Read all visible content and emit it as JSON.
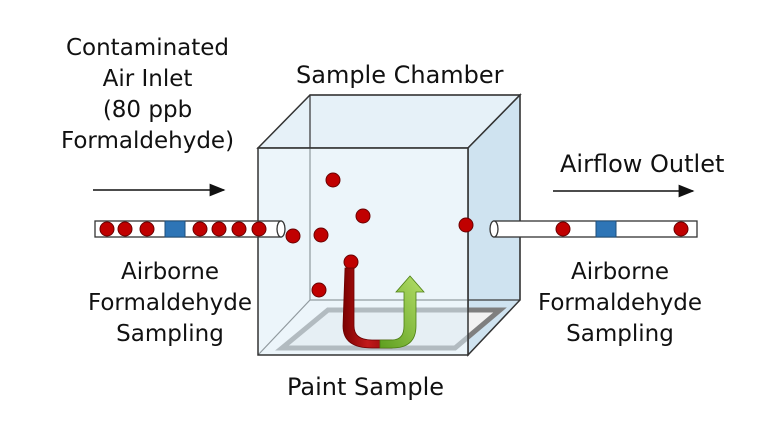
{
  "labels": {
    "inlet": [
      "Contaminated",
      "Air Inlet",
      "(80 ppb",
      "Formaldehyde)"
    ],
    "chamber": "Sample Chamber",
    "outlet": "Airflow Outlet",
    "left_sampling": [
      "Airborne",
      "Formaldehyde",
      "Sampling"
    ],
    "right_sampling": [
      "Airborne",
      "Formaldehyde",
      "Sampling"
    ],
    "paint": "Paint Sample"
  },
  "colors": {
    "chamber_fill": "#dcecf6",
    "chamber_edge": "#333333",
    "tube_fill": "#ffffff",
    "molecule": "#c00000",
    "sampler": "#2e75b6",
    "paint_sample": "#f2f2f2",
    "paint_frame": "#7f7f7f",
    "arrow_down": "#a50f0f",
    "arrow_up": "#8dc63f"
  }
}
